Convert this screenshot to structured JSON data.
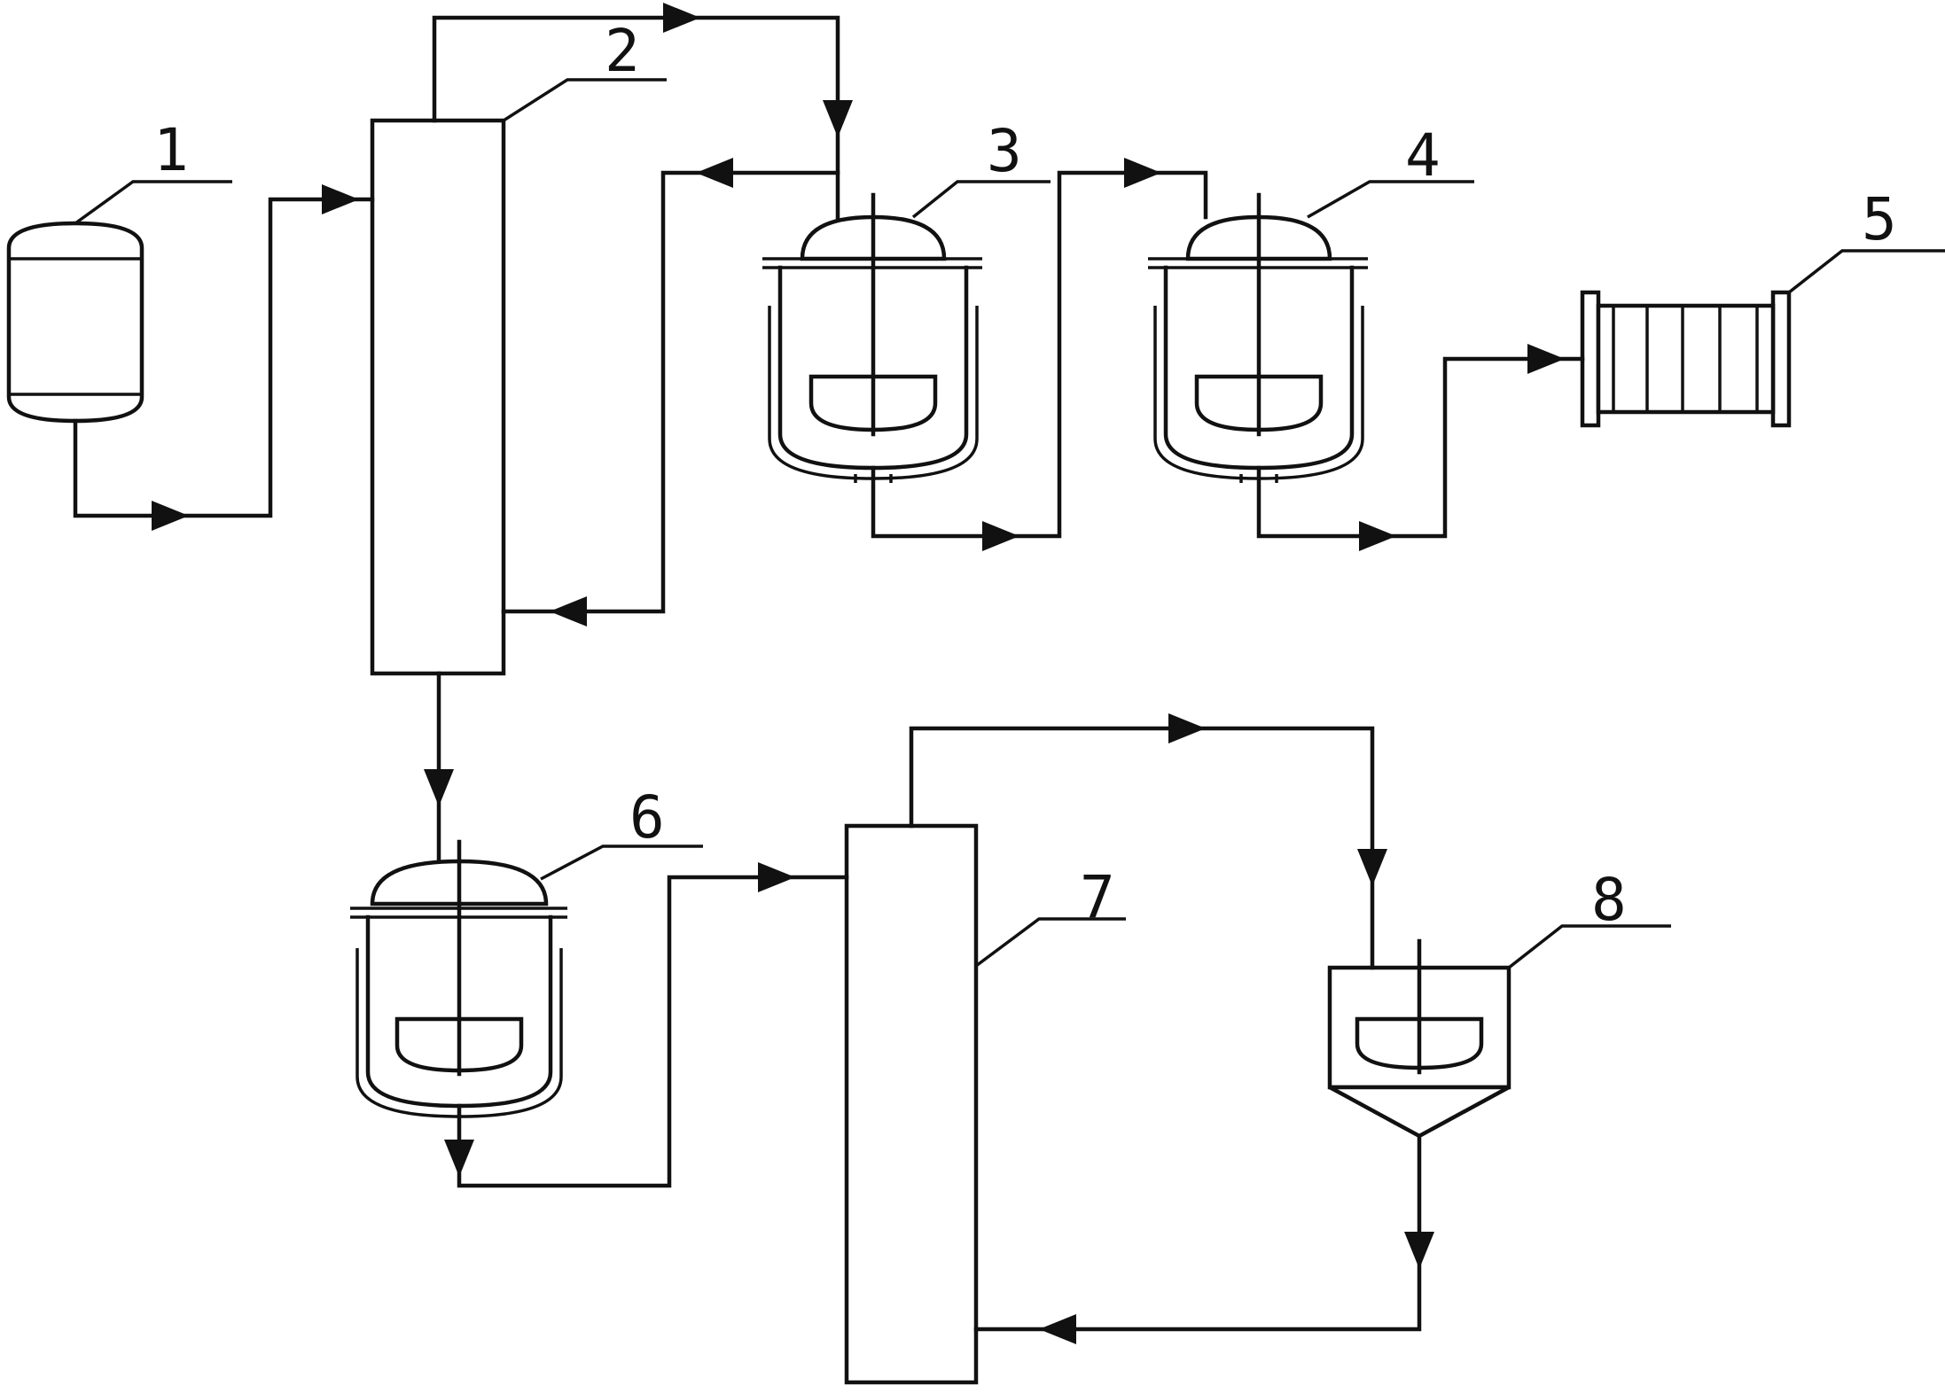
{
  "equipment_labels": {
    "e1": "1",
    "e2": "2",
    "e3": "3",
    "e4": "4",
    "e5": "5",
    "e6": "6",
    "e7": "7",
    "e8": "8"
  },
  "colors": {
    "line": "#111111",
    "background": "#ffffff"
  }
}
